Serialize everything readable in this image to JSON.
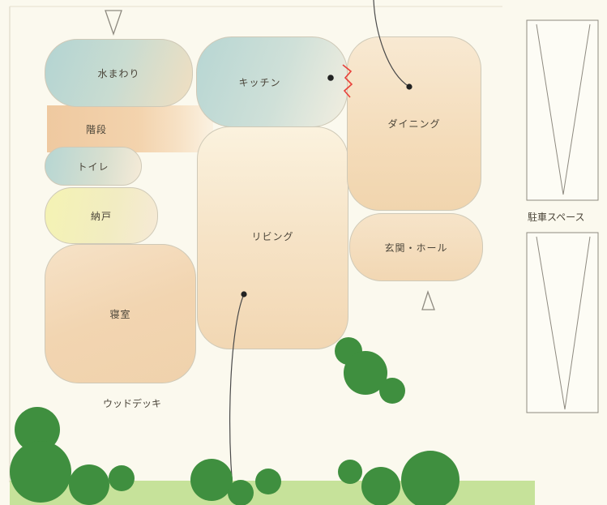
{
  "rooms": {
    "mizumawari": "水まわり",
    "kaidan": "階段",
    "toilet": "トイレ",
    "nando": "納戸",
    "shinshitsu": "寝室",
    "kitchen": "キッチン",
    "living": "リビング",
    "dining": "ダイニング",
    "genkan": "玄関・ホール"
  },
  "outdoor": {
    "wood_deck": "ウッドデッキ",
    "parking": "駐車スペース"
  },
  "colors": {
    "background": "#fbf9ee",
    "room_warm": "#f3d7b0",
    "room_cool": "#bcd7d3",
    "room_yellow": "#f4f2b4",
    "tree_green": "#3f8f3f",
    "lawn": "#c6e29a",
    "kitchen_mark": "#e8403a"
  }
}
